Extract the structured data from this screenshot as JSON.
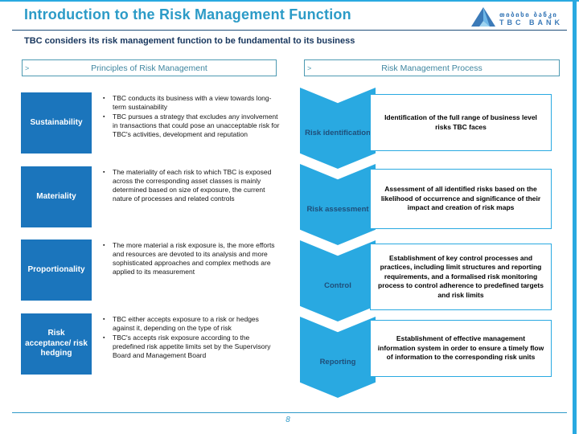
{
  "header": {
    "title": "Introduction to the Risk Management Function",
    "logo": {
      "georgian_name": "თიბისი ბანკი",
      "latin_name": "TBC BANK"
    }
  },
  "subtitle": "TBC considers its risk management function to be fundamental to its business",
  "columns": {
    "left": {
      "header": "Principles of Risk Management",
      "chevron_marker": ">",
      "items": [
        {
          "label": "Sustainability",
          "bullets": [
            "TBC conducts its business with a view towards long-term sustainability",
            "TBC pursues a strategy that excludes any involvement in transactions that could pose an unacceptable risk for TBC's activities, development and reputation"
          ]
        },
        {
          "label": "Materiality",
          "bullets": [
            "The materiality of each risk to which TBC is exposed across the corresponding asset classes is mainly determined based on size of exposure, the current nature of processes and related controls"
          ]
        },
        {
          "label": "Proportionality",
          "bullets": [
            "The more material a risk exposure is, the more efforts and resources are devoted to its analysis and more sophisticated approaches and complex methods are applied to its measurement"
          ]
        },
        {
          "label": "Risk acceptance/ risk hedging",
          "bullets": [
            "TBC either accepts exposure to a risk or hedges against it, depending on the type of risk",
            "TBC's accepts risk exposure according to the predefined risk appetite limits set by the Supervisory Board and Management Board"
          ]
        }
      ]
    },
    "right": {
      "header": "Risk Management Process",
      "chevron_marker": ">",
      "steps": [
        {
          "label": "Risk identification",
          "description": "Identification of the full range of business level risks TBC faces"
        },
        {
          "label": "Risk assessment",
          "description": "Assessment of all identified risks based on the likelihood of occurrence and significance of their impact and creation of risk maps"
        },
        {
          "label": "Control",
          "description": "Establishment of key control processes and practices, including limit structures and reporting requirements, and a formalised risk monitoring process to control adherence to predefined targets and risk limits"
        },
        {
          "label": "Reporting",
          "description": "Establishment of effective management information system in order to ensure a timely flow of information to the corresponding risk units"
        }
      ]
    }
  },
  "footer": {
    "page_number": "8"
  },
  "bullet_glyph": "▪",
  "colors": {
    "accent_cyan": "#29a9e1",
    "principle_box_blue": "#1b75bc",
    "title_blue": "#2c9bc7",
    "subtitle_navy": "#17365d",
    "logo_blue": "#3b7ab8",
    "step_label_navy": "#1f4e79"
  }
}
